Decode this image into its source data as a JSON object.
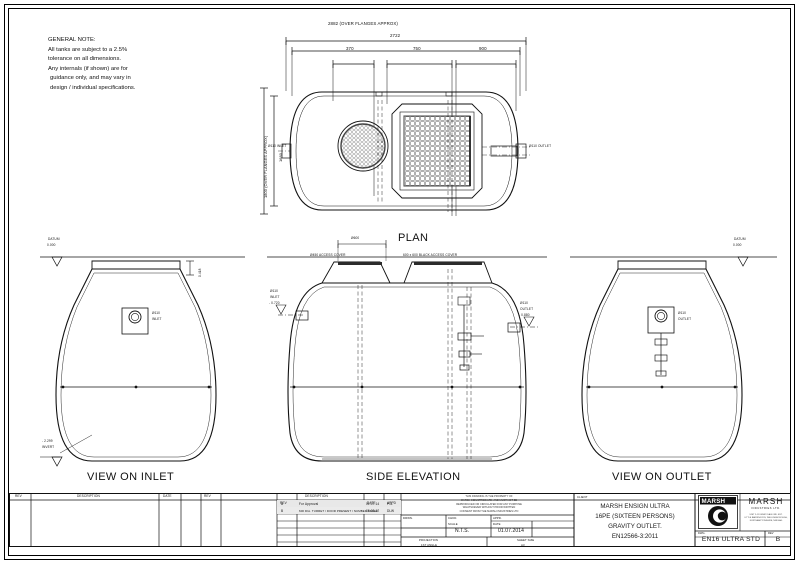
{
  "sheet": {
    "general_note": {
      "heading": "GENERAL NOTE:",
      "lines": [
        "All tanks are subject to a 2.5%",
        "tolerance on all dimensions.",
        "Any internals (if shown) are for",
        "guidance only, and may vary in",
        "design / individual specifications."
      ]
    },
    "views": {
      "plan": "PLAN",
      "inlet": "VIEW ON INLET",
      "side": "SIDE ELEVATION",
      "outlet": "VIEW ON OUTLET"
    },
    "plan_dims": {
      "overall_flanges": "2882 (OVER FLANGES APPROX)",
      "overall_body": "2722",
      "d1": "370",
      "d2": "750",
      "d3": "900",
      "width_flanges": "1800 (OVER FLANGES APPROX)",
      "width_body": "1680",
      "inlet_label": "Ø110 INLET",
      "outlet_label": "Ø110 OUTLET"
    },
    "side_dims": {
      "datum_left": "DATUM",
      "datum_left_val": "0.000",
      "datum_right": "DATUM",
      "datum_right_val": "0.000",
      "cover_dia": "Ø600",
      "round_cover": "Ø450 ACCESS COVER",
      "square_cover": "600 x 600 BLACK ACCESS COVER",
      "inlet_label": "Ø110",
      "inlet_sub": "INLET",
      "inlet_level": "- 0.720",
      "outlet_label": "Ø110",
      "outlet_sub": "OUTLET",
      "outlet_level": "- 0.880",
      "invert_note": "- 2.299",
      "invert_note2": "INVERT",
      "top_dim": "0.418"
    },
    "view_dims": {
      "inlet_port": "Ø110",
      "inlet_port_sub": "INLET",
      "outlet_port": "Ø110",
      "outlet_port_sub": "OUTLET"
    }
  },
  "revision_table": {
    "headers_left": [
      "REV",
      "DESCRIPTION",
      "DATE",
      "REV"
    ],
    "headers_mid": [
      "REV",
      "DESCRIPTION",
      "DATE",
      "APPD"
    ],
    "rows": [
      {
        "rev": "A",
        "description": "For Approval",
        "date": "01.07.14",
        "appd": "PJL"
      },
      {
        "rev": "B",
        "description": "600 DIA. TURRET / DOOR PRESENT / NUMBER ADDED",
        "date": "09.03.17",
        "appd": "DLW"
      }
    ]
  },
  "title_block": {
    "title_label": "TITLE",
    "title_lines": [
      "MARSH ENSIGN ULTRA",
      "16PE (SIXTEEN PERSONS)",
      "GRAVITY OUTLET.",
      "EN12566-3:2011"
    ],
    "copyright": [
      "THIS DRAWING IS THE PROPERTY OF",
      "MARSH INDUSTRIES LTD. AND MUST NOT BE",
      "REPRODUCED OR CIRCULATED FOR ANY PURPOSE",
      "WHATSOEVER WITHOUT PRIOR WRITTEN",
      "CONSENT FROM THE MARSH INDUSTRIES LTD"
    ],
    "client_label": "CLIENT",
    "drawn_label": "DRWN.",
    "chkd_label": "CHKD.",
    "appd_label": "APPD.",
    "scale_label": "SCALE",
    "scale_value": "N.T.S.",
    "date_label": "DATE",
    "date_value": "01.07.2014",
    "projection_label": "PROJECTION",
    "projection_value": "1ST ANGLE",
    "sheet_label": "SHEET SIZE",
    "sheet_value": "A3",
    "dwg_label": "DWG.",
    "dwg_no": "EN16 ULTRA STD",
    "rev_label": "REV",
    "rev_value": "B"
  },
  "logo": {
    "mark_word": "MARSH",
    "brand": "MARSH",
    "sub": "INDUSTRIES LTD.",
    "address": [
      "UNIT 5-11 DENBY DALE IND. EST.",
      "LITTLE BARRINGTON, WELLINGBOROUGH,",
      "NORTHAMPTONSHIRE, NN8 4AG"
    ]
  },
  "colors": {
    "line": "#111111",
    "paper": "#ffffff",
    "hatch": "#8a8a8a"
  }
}
